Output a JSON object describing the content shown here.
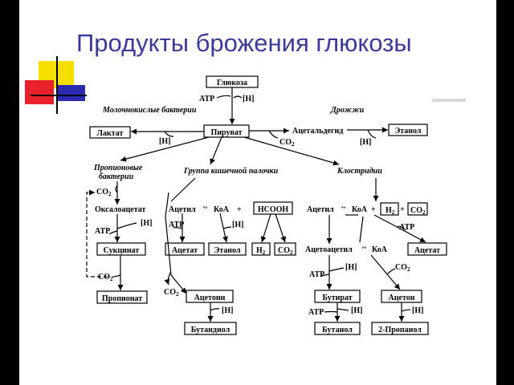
{
  "slide": {
    "title": "Продукты брожения глюкозы"
  },
  "diagram": {
    "glucose": "Глюкоза",
    "atp": "ATP",
    "h": "[H]",
    "co2": "CO",
    "sub2": "2",
    "lactic_bacteria": "Молочнокислые бактерии",
    "yeast": "Дрожжи",
    "lactate": "Лактат",
    "pyruvate": "Пируват",
    "acetaldehyde": "Ацетальдегид",
    "ethanol": "Этанол",
    "propionic_bacteria_1": "Пропионовые",
    "propionic_bacteria_2": "бактерии",
    "coli_group": "Группа кишечной палочки",
    "clostridia": "Клостридии",
    "oxaloacetate": "Оксалоацетат",
    "acetyl_coa": "Ацетил",
    "coa": "КоА",
    "tilde": "~",
    "plus": "+",
    "hcooh": "HCOOH",
    "h2": "H",
    "succinate": "Сукцинат",
    "acetate": "Ацетат",
    "propionate": "Пропионат",
    "acetoin": "Ацетоин",
    "butanediol": "Бутандиол",
    "acetoacetyl": "Ацетоацетил",
    "butyrate": "Бутират",
    "acetone": "Ацетон",
    "butanol": "Бутанол",
    "propanol": "2-Пропанол"
  },
  "colors": {
    "title": "#3a3a9a",
    "deco_yellow": "#f5e000",
    "deco_red": "#e8202a",
    "deco_blue": "#2a2ab0"
  }
}
